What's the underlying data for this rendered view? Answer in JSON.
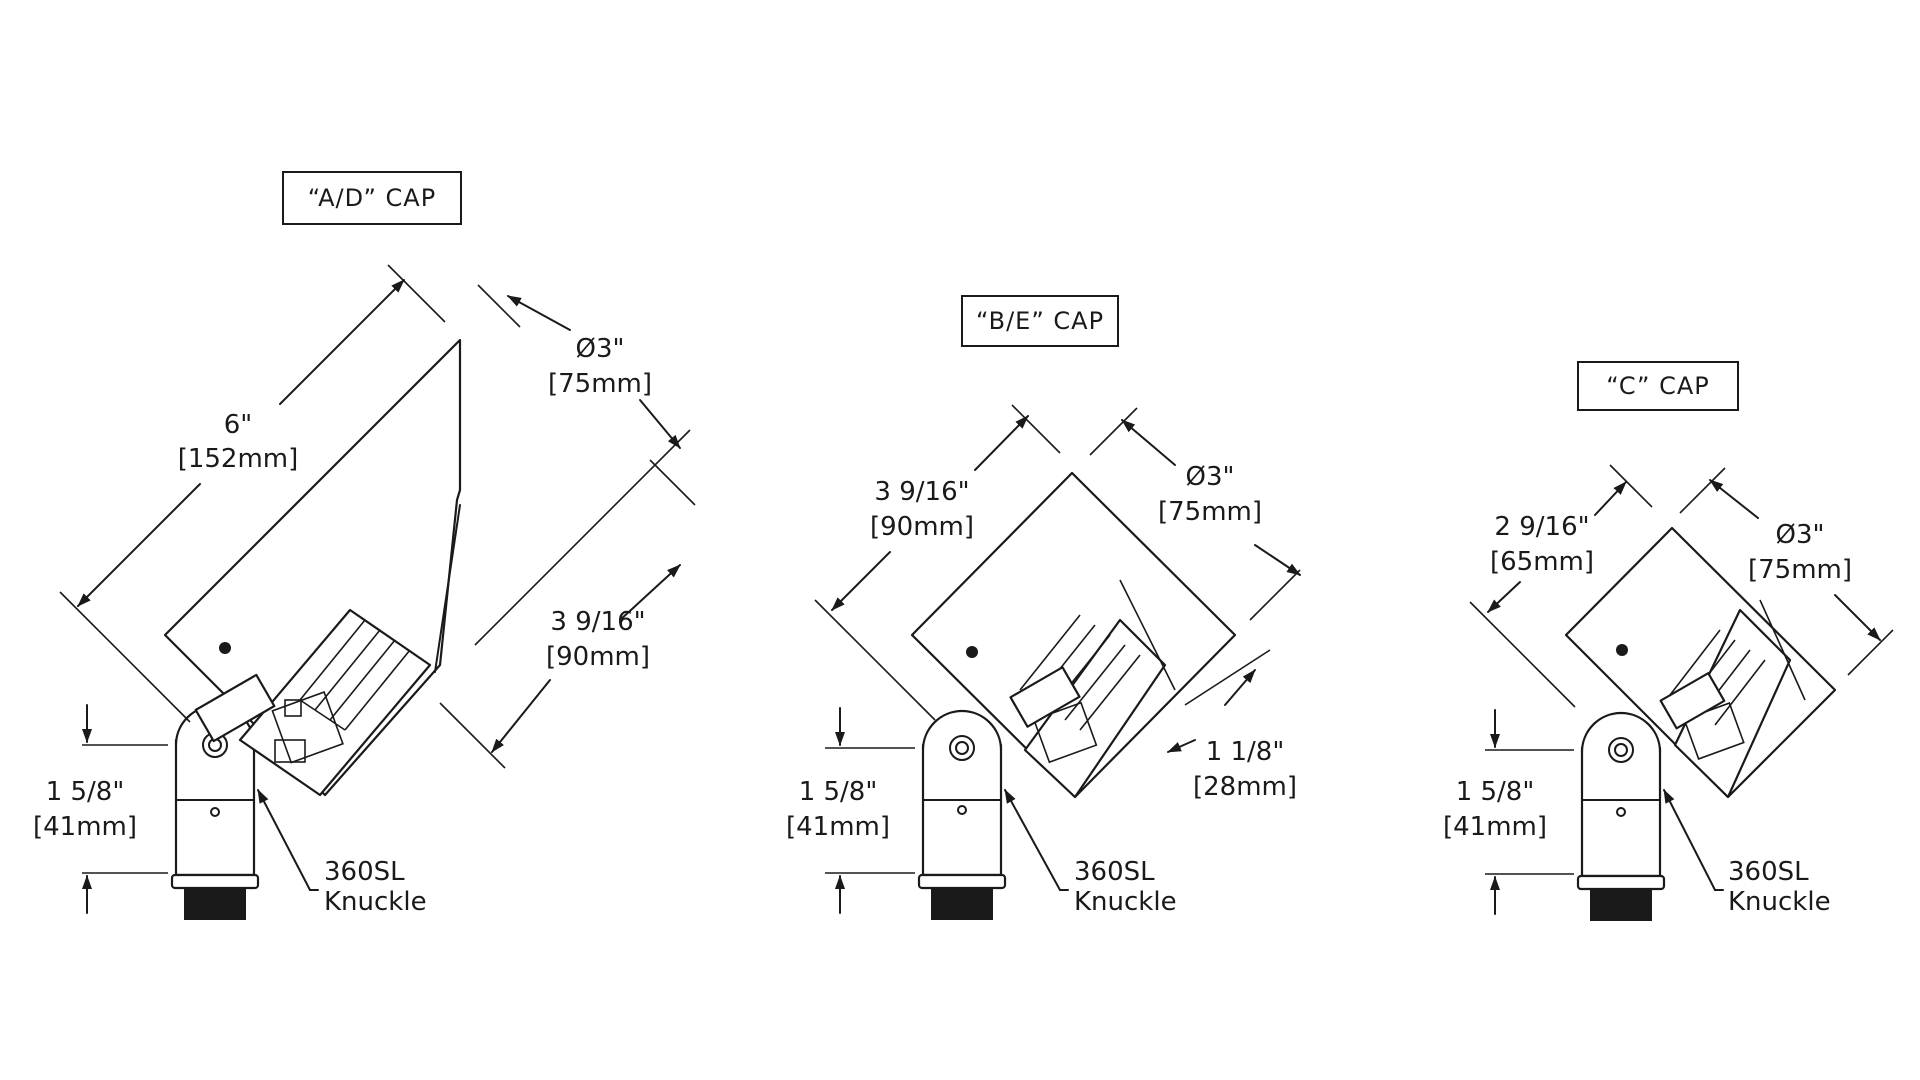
{
  "caps": [
    {
      "title": "“A/D” CAP",
      "length_in": "6\"",
      "length_mm": "[152mm]",
      "diameter_in": "Ø3\"",
      "diameter_mm": "[75mm]",
      "depth_in": "3 9/16\"",
      "depth_mm": "[90mm]",
      "knuckle_height_in": "1 5/8\"",
      "knuckle_height_mm": "[41mm]",
      "knuckle_label_1": "360SL",
      "knuckle_label_2": "Knuckle"
    },
    {
      "title": "“B/E” CAP",
      "length_in": "3 9/16\"",
      "length_mm": "[90mm]",
      "diameter_in": "Ø3\"",
      "diameter_mm": "[75mm]",
      "offset_in": "1 1/8\"",
      "offset_mm": "[28mm]",
      "knuckle_height_in": "1 5/8\"",
      "knuckle_height_mm": "[41mm]",
      "knuckle_label_1": "360SL",
      "knuckle_label_2": "Knuckle"
    },
    {
      "title": "“C” CAP",
      "length_in": "2 9/16\"",
      "length_mm": "[65mm]",
      "diameter_in": "Ø3\"",
      "diameter_mm": "[75mm]",
      "knuckle_height_in": "1 5/8\"",
      "knuckle_height_mm": "[41mm]",
      "knuckle_label_1": "360SL",
      "knuckle_label_2": "Knuckle"
    }
  ]
}
